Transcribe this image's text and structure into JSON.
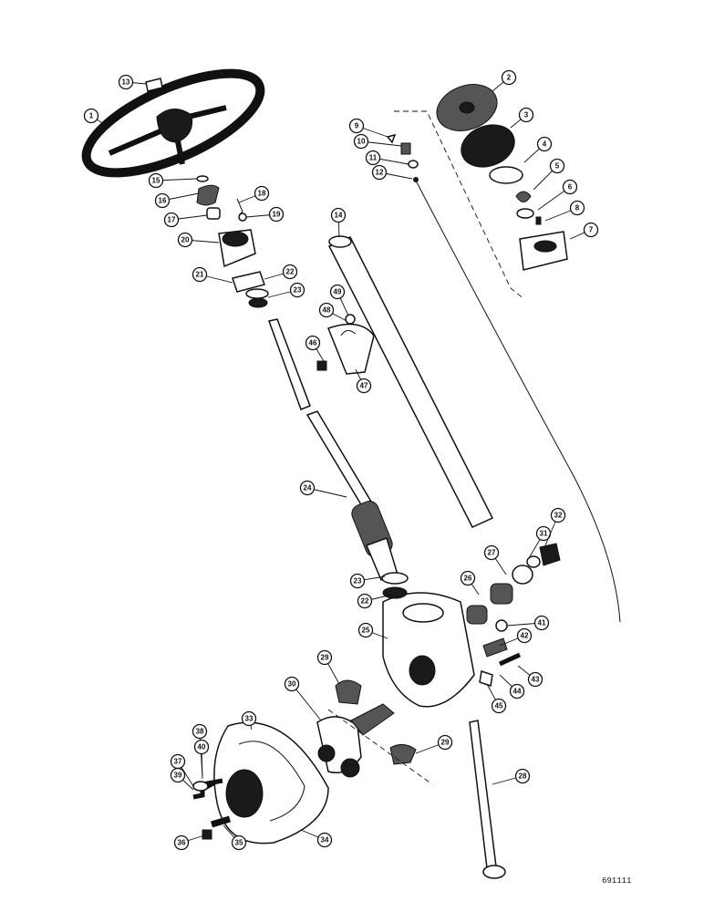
{
  "figure_code": "691111",
  "callouts": [
    "1",
    "2",
    "3",
    "4",
    "5",
    "6",
    "7",
    "8",
    "9",
    "10",
    "11",
    "12",
    "13",
    "14",
    "15",
    "16",
    "17",
    "18",
    "19",
    "20",
    "21",
    "22",
    "23",
    "24",
    "23",
    "22",
    "25",
    "26",
    "27",
    "28",
    "29",
    "30",
    "31",
    "32",
    "33",
    "34",
    "35",
    "36",
    "37",
    "38",
    "39",
    "40",
    "41",
    "42",
    "43",
    "44",
    "45",
    "46",
    "47",
    "48",
    "49",
    "29"
  ]
}
